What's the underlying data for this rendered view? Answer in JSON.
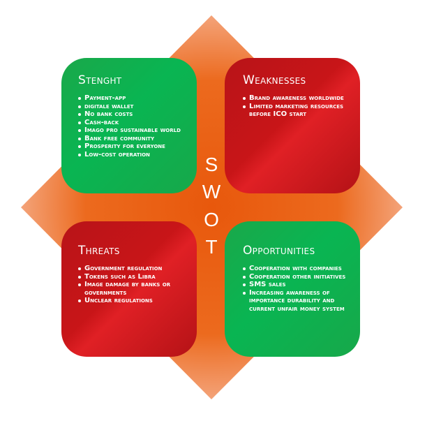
{
  "center_letters": [
    "S",
    "W",
    "O",
    "T"
  ],
  "colors": {
    "diamond": "#e85c10",
    "green": "#0ab350",
    "red": "#c41418"
  },
  "strength": {
    "title": "Stenght",
    "items": [
      "Payment-app",
      "digitale wallet",
      "No bank costs",
      "Cash-back",
      "Imago pro sustainable world",
      "Bank free community",
      "Prosperity for everyone",
      "Low-cost operation"
    ]
  },
  "weaknesses": {
    "title": "Weaknesses",
    "items": [
      "Brand awareness worldwide",
      "Limited marketing resources before ICO start"
    ]
  },
  "threats": {
    "title": "Threats",
    "items": [
      "Government regulation",
      "Tokens such as Libra",
      "Image damage by banks or governments",
      "Unclear regulations"
    ]
  },
  "opportunities": {
    "title": "Opportunities",
    "items": [
      "Cooperation with companies",
      "Cooperation other initiatives",
      "SMS sales",
      "Increasing awareness of importance durability and current unfair money system"
    ]
  }
}
